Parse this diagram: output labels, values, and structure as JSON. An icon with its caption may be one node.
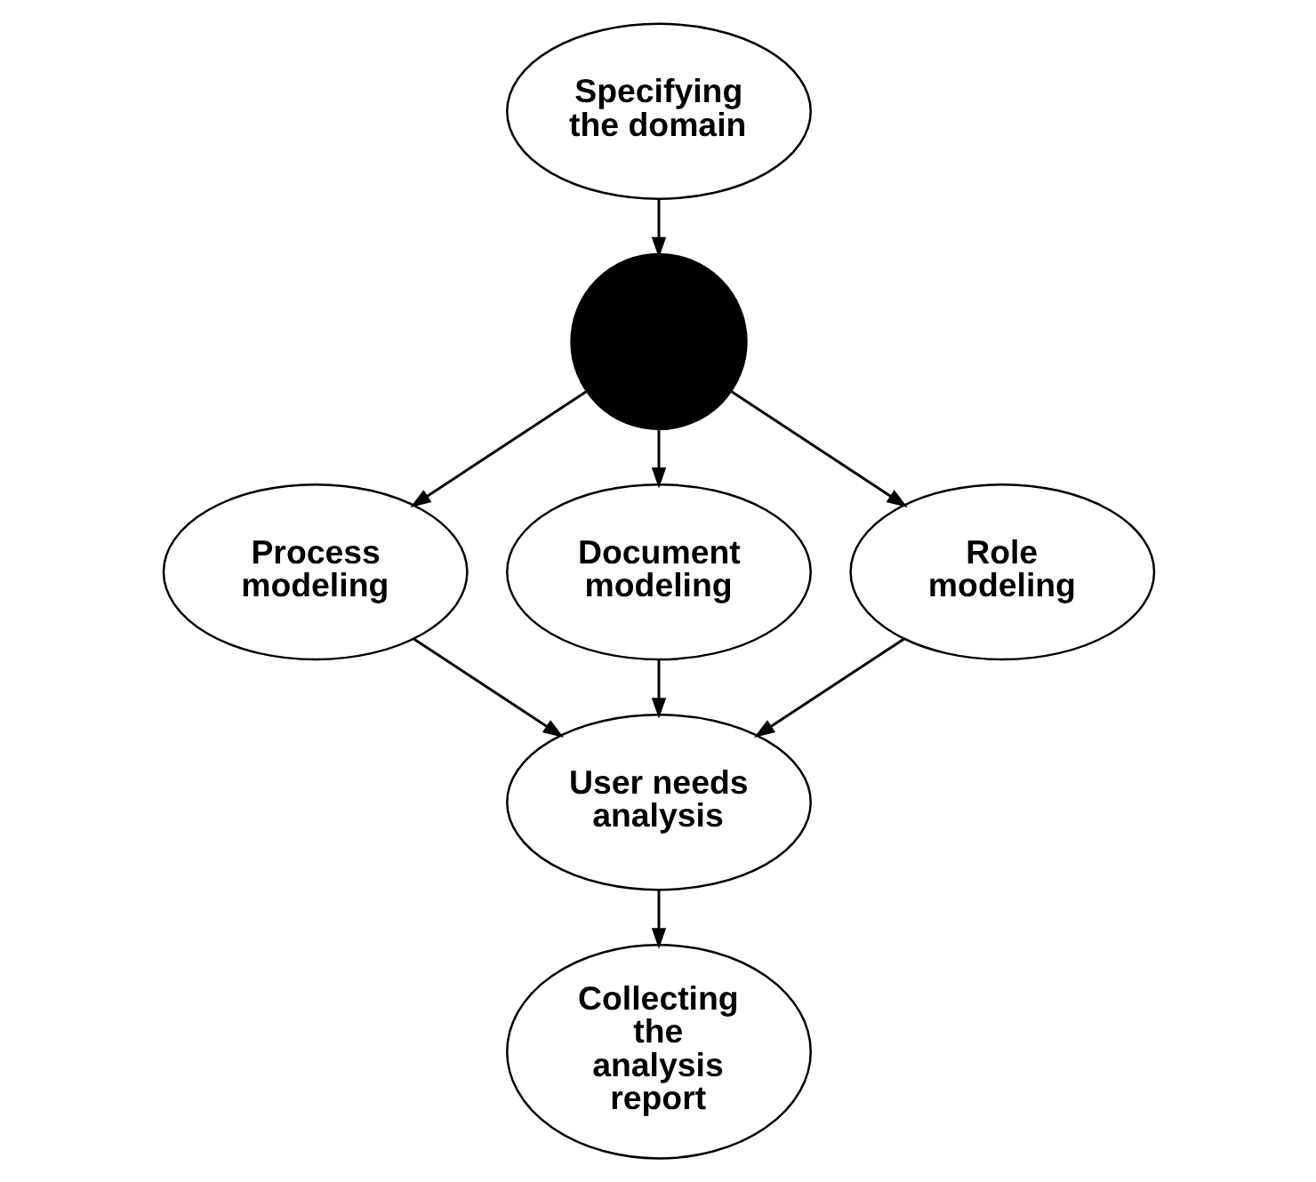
{
  "diagram": {
    "nodes": [
      {
        "text": [
          "Specifying the domain"
        ]
      },
      {
        "text": [],
        "shape": "circle"
      },
      {
        "text": [
          "Process modeling"
        ]
      },
      {
        "text": [
          "Document modeling"
        ]
      },
      {
        "text": [
          "Role modeling"
        ]
      },
      {
        "text": [
          "User needs analysis"
        ]
      },
      {
        "text": [
          "Collecting the analysis report"
        ]
      }
    ],
    "edges": [
      {
        "from": 0,
        "to": 1,
        "arrow": "to"
      },
      {
        "from": 1,
        "to": 2,
        "arrow": "to"
      },
      {
        "from": 1,
        "to": 3,
        "arrow": "to"
      },
      {
        "from": 1,
        "to": 4,
        "arrow": "to"
      },
      {
        "from": 2,
        "to": 5,
        "arrow": "to"
      },
      {
        "from": 3,
        "to": 5,
        "arrow": "to"
      },
      {
        "from": 4,
        "to": 5,
        "arrow": "to"
      },
      {
        "from": 5,
        "to": 6,
        "arrow": "to"
      }
    ]
  }
}
